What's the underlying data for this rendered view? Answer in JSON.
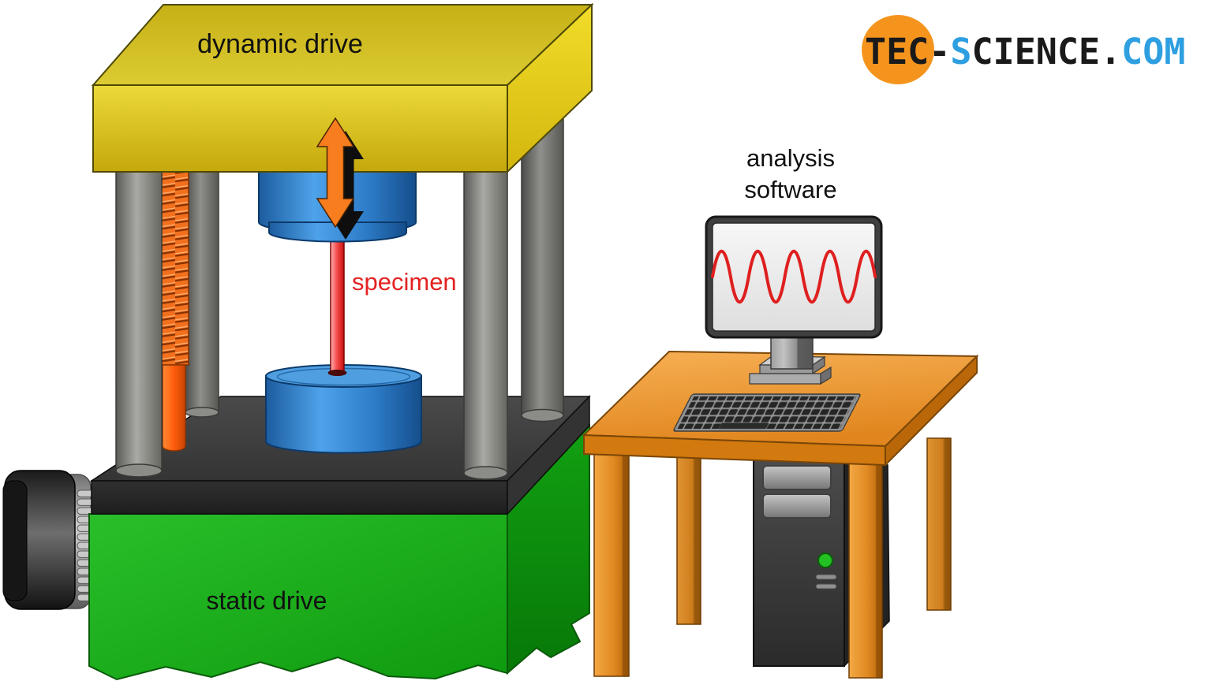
{
  "page": {
    "background_color": "#FFFFFF",
    "description": "Schematic diagram of a fatigue testing machine connected to an analysis computer"
  },
  "logo": {
    "badge_color": "#F5941D",
    "segments": [
      {
        "text": "TEC-",
        "color": "#1A1A1A"
      },
      {
        "text": "S",
        "color": "#2E9FE0"
      },
      {
        "text": "CIENCE",
        "color": "#1A1A1A"
      },
      {
        "text": ".",
        "color": "#1A1A1A"
      },
      {
        "text": "COM",
        "color": "#2E9FE0"
      }
    ]
  },
  "machine": {
    "dynamic_drive_label": "dynamic drive",
    "specimen_label": "specimen",
    "static_drive_label": "static drive",
    "colors": {
      "crosshead_yellow": "#DCC81E",
      "base_green": "#17AC17",
      "grip_blue": "#2F7FD0",
      "specimen_red": "#E32222",
      "spindle_orange": "#F2701D",
      "column_gray": "#8F8F8B",
      "plate_dark": "#2E2E2E",
      "arrow_orange": "#F87D1E",
      "arrow_black": "#0E0E0E"
    }
  },
  "workstation": {
    "analysis_label_line1": "analysis",
    "analysis_label_line2": "software",
    "monitor_waveform": {
      "type": "sine",
      "cycles": 4.5,
      "color": "#DF1F1F"
    },
    "table_color": "#E8922D",
    "power_led_color": "#22C022"
  }
}
